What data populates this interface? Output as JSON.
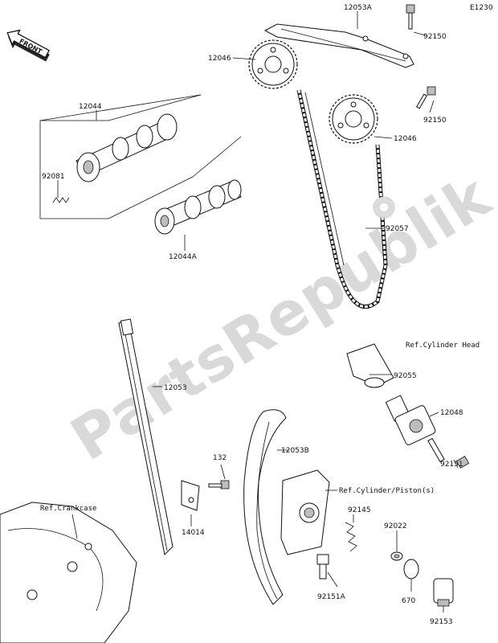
{
  "diagram_code": "E1230",
  "front_badge": "FRONT",
  "watermark": "PartsRepublik",
  "parts": {
    "p12053A": "12053A",
    "p92150_top": "92150",
    "p12046_top": "12046",
    "p12044": "12044",
    "p92150_mid": "92150",
    "p12046_mid": "12046",
    "p92081": "92081",
    "p92057": "92057",
    "p12044A": "12044A",
    "ref_cyl_head": "Ref.Cylinder Head",
    "p92055": "92055",
    "p12053": "12053",
    "p12048": "12048",
    "p132": "132",
    "p12053B": "12053B",
    "p92151": "92151",
    "ref_cyl_piston": "Ref.Cylinder/Piston(s)",
    "ref_crankcase": "Ref.Crankcase",
    "p92145": "92145",
    "p92022": "92022",
    "p14014": "14014",
    "p92151A": "92151A",
    "p670": "670",
    "p92153": "92153"
  }
}
